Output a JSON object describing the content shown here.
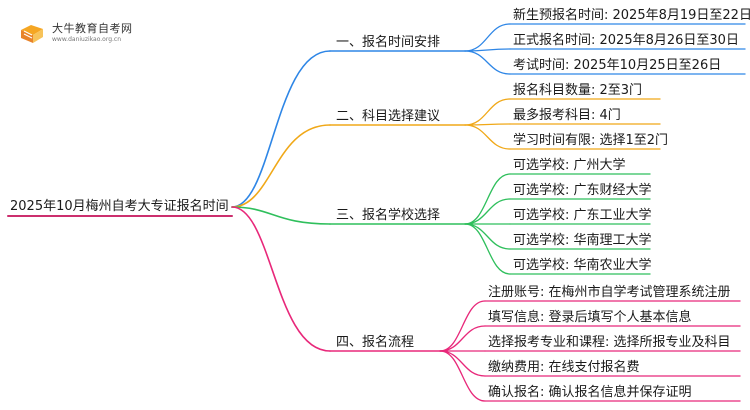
{
  "logo": {
    "title": "大牛教育自考网",
    "url": "www.daniuzikao.org.cn",
    "icon": "book-icon"
  },
  "root": {
    "text": "2025年10月梅州自考大专证报名时间"
  },
  "branches": [
    {
      "text": "一、报名时间安排",
      "color": "#2e86e6",
      "leaves": [
        "新生预报名时间: 2025年8月19日至22日",
        "正式报名时间: 2025年8月26日至30日",
        "考试时间: 2025年10月25日至26日"
      ]
    },
    {
      "text": "二、科目选择建议",
      "color": "#f0a818",
      "leaves": [
        "报名科目数量: 2至3门",
        "最多报考科目: 4门",
        "学习时间有限: 选择1至2门"
      ]
    },
    {
      "text": "三、报名学校选择",
      "color": "#2fbf5c",
      "leaves": [
        "可选学校: 广州大学",
        "可选学校: 广东财经大学",
        "可选学校: 广东工业大学",
        "可选学校: 华南理工大学",
        "可选学校: 华南农业大学"
      ]
    },
    {
      "text": "四、报名流程",
      "color": "#e8287a",
      "leaves": [
        "注册账号: 在梅州市自学考试管理系统注册",
        "填写信息: 登录后填写个人基本信息",
        "选择报考专业和课程: 选择所报专业及科目",
        "缴纳费用: 在线支付报名费",
        "确认报名: 确认报名信息并保存证明"
      ]
    }
  ]
}
